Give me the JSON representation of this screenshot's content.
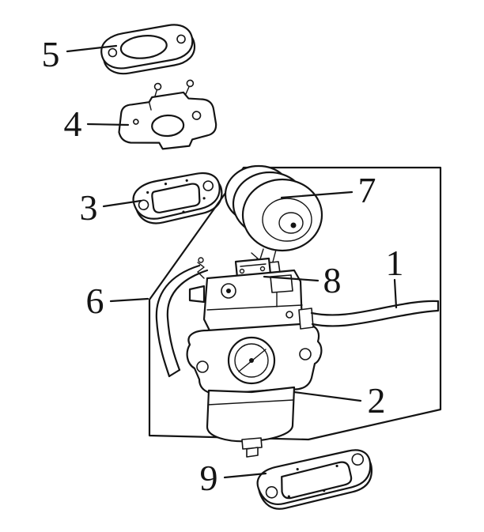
{
  "figure": {
    "background": "#ffffff",
    "line_color": "#141414",
    "callouts": {
      "c1": {
        "label": "1"
      },
      "c2": {
        "label": "2"
      },
      "c3": {
        "label": "3"
      },
      "c4": {
        "label": "4"
      },
      "c5": {
        "label": "5"
      },
      "c6": {
        "label": "6"
      },
      "c7": {
        "label": "7"
      },
      "c8": {
        "label": "8"
      },
      "c9": {
        "label": "9"
      }
    }
  }
}
